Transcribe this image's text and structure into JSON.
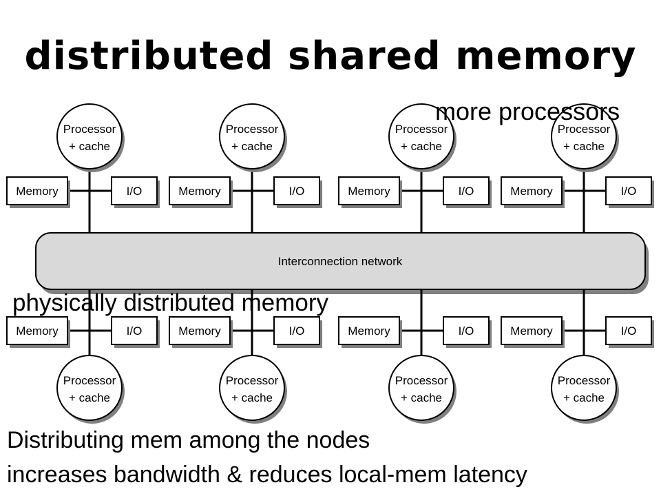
{
  "title": "distributed shared memory",
  "annotations": {
    "more_processors": "more processors",
    "physically_distributed": "physically distributed memory"
  },
  "caption": {
    "line1": "Distributing mem among the nodes",
    "line2": "increases bandwidth & reduces local-mem latency"
  },
  "diagram": {
    "network_label": "Interconnection network",
    "processor_label_line1": "Processor",
    "processor_label_line2": "+ cache",
    "memory_label": "Memory",
    "io_label": "I/O",
    "top_nodes": 4,
    "bottom_nodes": 4
  },
  "colors": {
    "network_fill": "#d9d9d9",
    "box_shadow": "#808080",
    "line": "#000000"
  }
}
